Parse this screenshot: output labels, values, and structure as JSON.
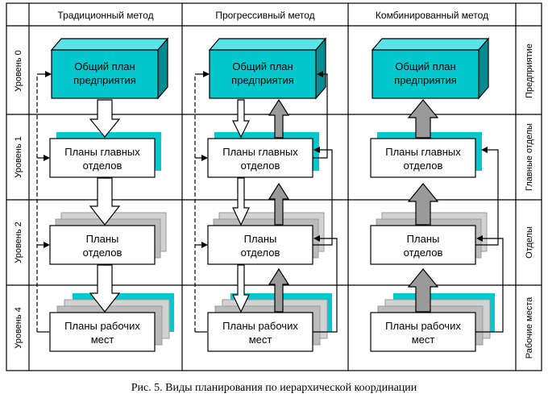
{
  "headers": {
    "traditional": "Традиционный метод",
    "progressive": "Прогрессивный метод",
    "combined": "Комбинированный метод"
  },
  "levels": [
    "Уровень 0",
    "Уровень 1",
    "Уровень 2",
    "Уровень 4"
  ],
  "right_labels": [
    "Предприятие",
    "Главные отделы",
    "Отделы",
    "Рабочие места"
  ],
  "boxes": {
    "enterprise_plan": [
      "Общий план",
      "предприятия"
    ],
    "main_dept_plans": [
      "Планы главных",
      "отделов"
    ],
    "dept_plans": [
      "Планы",
      "отделов"
    ],
    "workplace_plans": [
      "Планы рабочих",
      "мест"
    ]
  },
  "caption": "Рис. 5. Виды планирования по иерархической координации",
  "colors": {
    "cyan": "#00c8cc",
    "cyan_dark": "#008c90",
    "gray_arrow": "#9a9a9a",
    "stack_gray": "#b4b4b4"
  }
}
